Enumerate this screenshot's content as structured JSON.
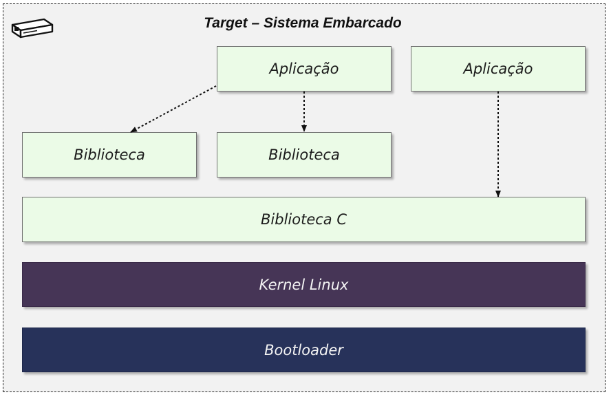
{
  "diagram": {
    "title": "Target – Sistema Embarcado",
    "icon": "embedded-device-icon",
    "nodes": {
      "app1": "Aplicação",
      "app2": "Aplicação",
      "lib1": "Biblioteca",
      "lib2": "Biblioteca",
      "libc": "Biblioteca C",
      "kernel": "Kernel Linux",
      "bootloader": "Bootloader"
    },
    "edges": [
      {
        "from": "app1",
        "to": "lib1",
        "style": "dotted"
      },
      {
        "from": "app1",
        "to": "lib2",
        "style": "dotted"
      },
      {
        "from": "app2",
        "to": "libc",
        "style": "dotted"
      }
    ],
    "colors": {
      "light_box": "#ebfbe7",
      "kernel": "#463556",
      "bootloader": "#27325a",
      "frame_bg": "#f2f2f2"
    }
  }
}
